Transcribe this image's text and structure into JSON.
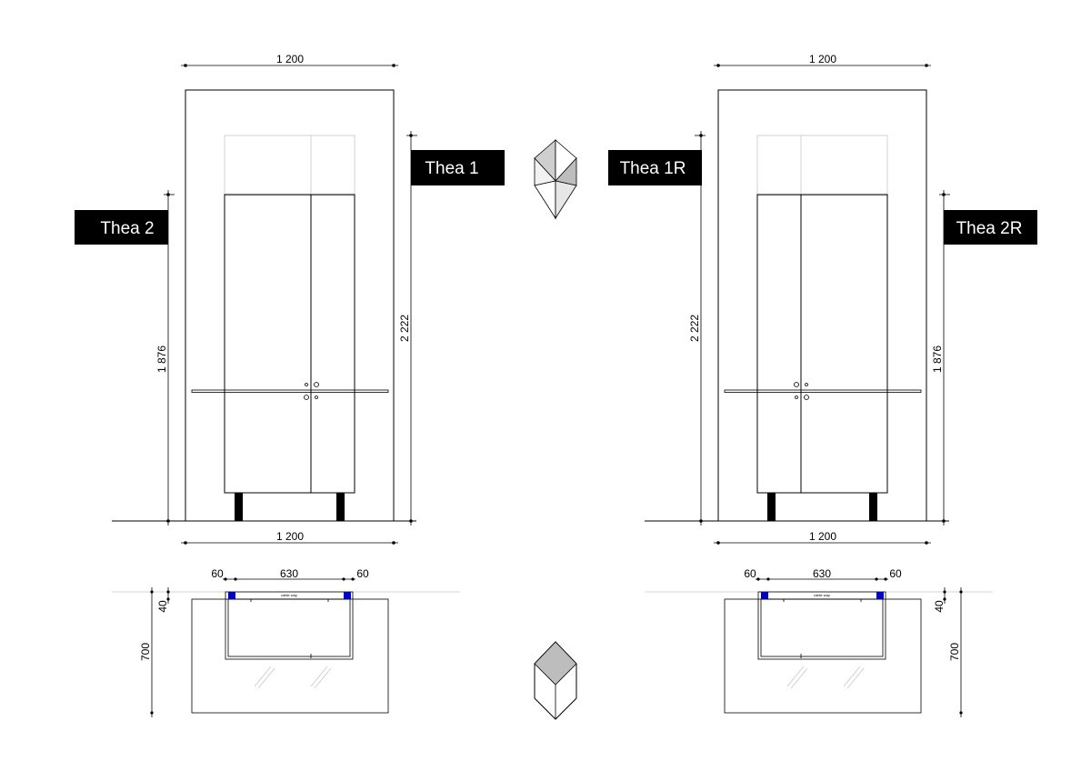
{
  "labels": {
    "thea1": "Thea  1",
    "thea2": "Thea  2",
    "thea1r": "Thea  1R",
    "thea2r": "Thea  2R"
  },
  "dimensions": {
    "width_top": "1 200",
    "width_bottom": "1 200",
    "height_full": "2 222",
    "height_cabinet": "1 876",
    "plan_edge": "60",
    "plan_inner": "630",
    "plan_depth": "700",
    "plan_offset": "40"
  },
  "plan_text": {
    "cable_way": "cable way"
  },
  "colors": {
    "label_bg": "#000000",
    "label_text": "#ffffff",
    "accent_blue": "#0000cc",
    "cube_light": "#e6e6e6",
    "cube_mid": "#bdbdbd",
    "cube_dark": "#9a9a9a"
  }
}
